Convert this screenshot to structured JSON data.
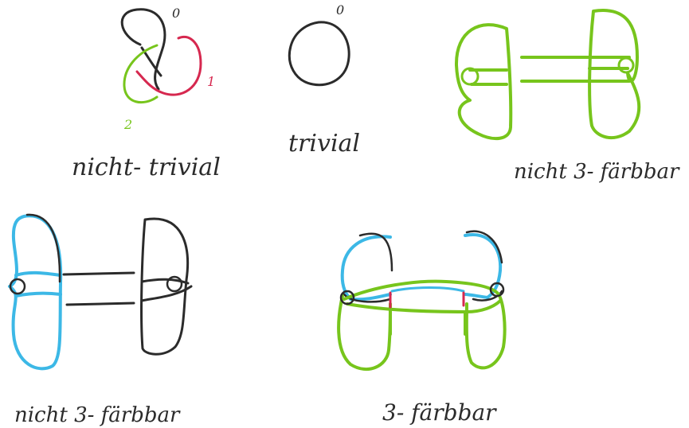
{
  "colors": {
    "black": "#2b2b2b",
    "red": "#d6284f",
    "green": "#77c51c",
    "blue": "#3cb8e6",
    "background": "#ffffff"
  },
  "labels": {
    "nontrivial": "nicht- trivial",
    "trivial": "trivial",
    "not_colorable_green": "nicht 3- färbbar",
    "not_colorable_blue": "nicht 3- färbbar",
    "colorable": "3- färbbar"
  },
  "trefoil_marks": {
    "black": "0",
    "red": "1",
    "green": "2"
  },
  "unknot_mark": "0"
}
